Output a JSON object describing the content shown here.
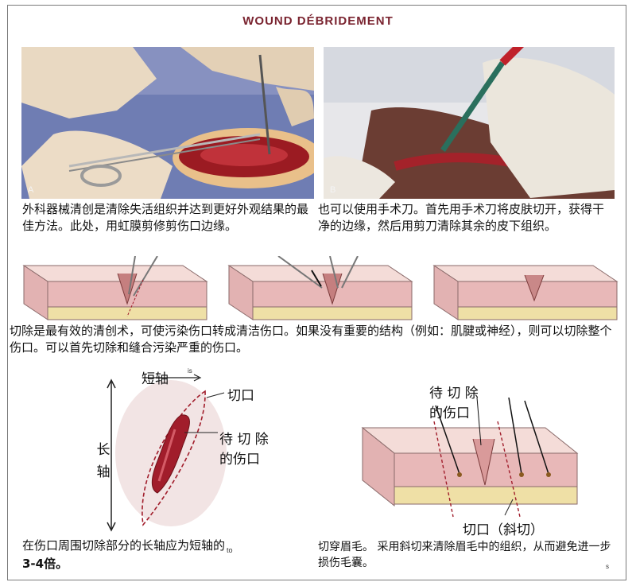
{
  "title": "WOUND DÉBRIDEMENT",
  "photos": {
    "a_label": "A",
    "b_label": "B"
  },
  "captions": {
    "a": "外科器械清创是清除失活组织并达到更好外观结果的最佳方法。此处，用虹膜剪修剪伤口边缘。",
    "b": "也可以使用手术刀。首先用手术刀将皮肤切开，获得干净的边缘，然后用剪刀清除其余的皮下组织。",
    "excision": "切除是最有效的清创术，可使污染伤口转成清洁伤口。如果没有重要的结构（例如：肌腱或神经），则可以切除整个伤口。可以首先切除和缝合污染严重的伤口。",
    "axis_prefix": "在伤口周围切除部分的长轴应为短轴的",
    "axis_bold": "3-4倍。",
    "axis_small": "to",
    "eyebrow": "切穿眉毛。 采用斜切来清除眉毛中的组织，从而避免进一步损伤毛囊。"
  },
  "diagram_left": {
    "short_axis": "短轴",
    "short_axis_tag": "is",
    "incision": "切口",
    "wound_line1": "待 切 除",
    "wound_line2": "的伤口",
    "long_axis_1": "长",
    "long_axis_2": "轴"
  },
  "diagram_right": {
    "wound_line1": "待 切 除",
    "wound_line2": "的伤口",
    "incision_oblique": "切口（斜切）"
  },
  "colors": {
    "title": "#7a2430",
    "skin_top": "#f2d2cf",
    "dermis": "#e7b5b5",
    "fat": "#efe0a6",
    "wound": "#a11d2b",
    "drape": "#7a86b8"
  },
  "footer_mark": "s"
}
